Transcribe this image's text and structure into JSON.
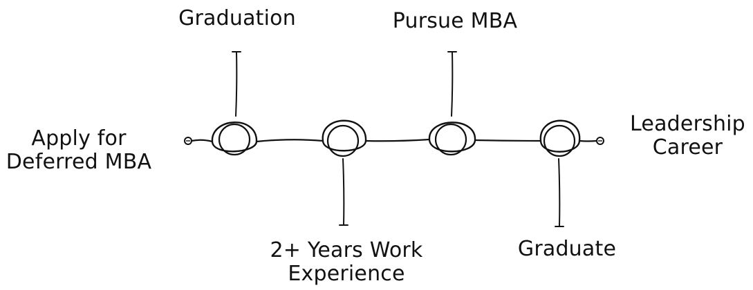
{
  "diagram": {
    "start": {
      "line1": "Apply for",
      "line2": "Deferred MBA"
    },
    "end": {
      "line1": "Leadership",
      "line2": "Career"
    },
    "milestones": [
      {
        "label_line1": "Graduation",
        "label_line2": "",
        "side": "top"
      },
      {
        "label_line1": "2+ Years Work",
        "label_line2": "Experience",
        "side": "bottom"
      },
      {
        "label_line1": "Pursue MBA",
        "label_line2": "",
        "side": "top"
      },
      {
        "label_line1": "Graduate",
        "label_line2": "",
        "side": "bottom"
      }
    ],
    "colors": {
      "ink": "#111111",
      "background": "#ffffff"
    }
  }
}
